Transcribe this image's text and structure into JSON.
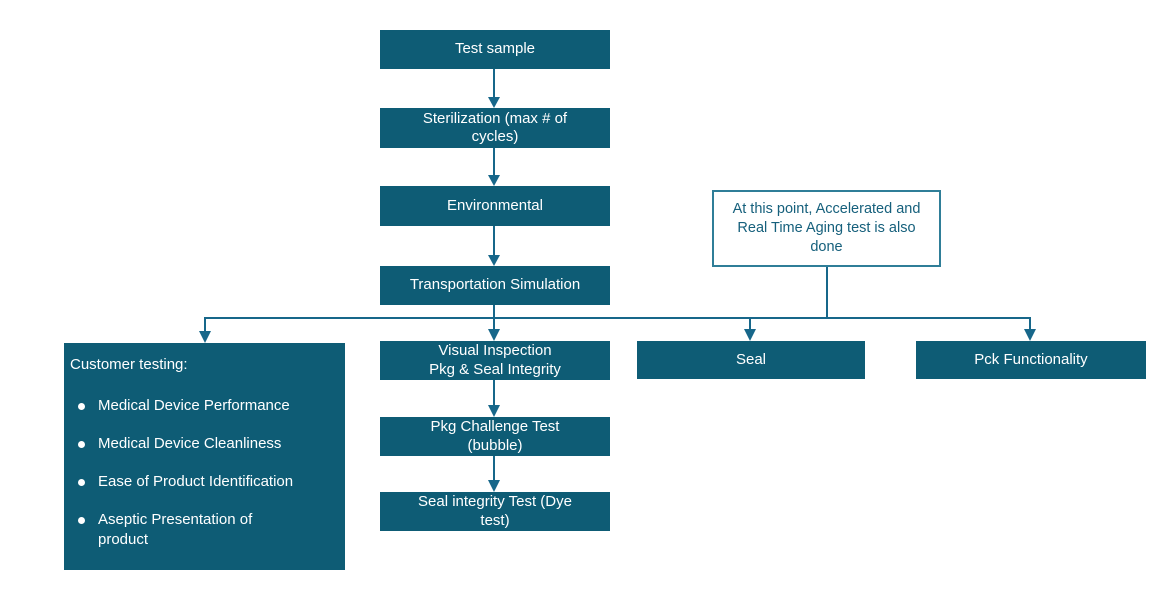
{
  "colors": {
    "background": "#ffffff",
    "box_fill": "#0e5c75",
    "box_text": "#ffffff",
    "connector": "#17678a",
    "note_border": "#2f7e98",
    "note_text": "#16607c"
  },
  "nodes": {
    "test_sample": {
      "label": "Test sample"
    },
    "sterilization": {
      "label": "Sterilization (max # of\ncycles)"
    },
    "environmental": {
      "label": "Environmental"
    },
    "transportation": {
      "label": "Transportation Simulation"
    },
    "visual_inspection": {
      "label": "Visual Inspection\nPkg & Seal Integrity"
    },
    "pkg_challenge": {
      "label": "Pkg Challenge Test\n(bubble)"
    },
    "seal_integrity": {
      "label": "Seal integrity Test (Dye\ntest)"
    },
    "seal": {
      "label": "Seal"
    },
    "pck_functionality": {
      "label": "Pck Functionality"
    }
  },
  "note": {
    "text": "At this point, Accelerated and\nReal Time Aging test is also\ndone"
  },
  "customer_testing": {
    "title": "Customer testing:",
    "items": [
      "Medical Device Performance",
      "Medical Device Cleanliness",
      "Ease of Product Identification",
      "Aseptic Presentation of\nproduct"
    ]
  }
}
